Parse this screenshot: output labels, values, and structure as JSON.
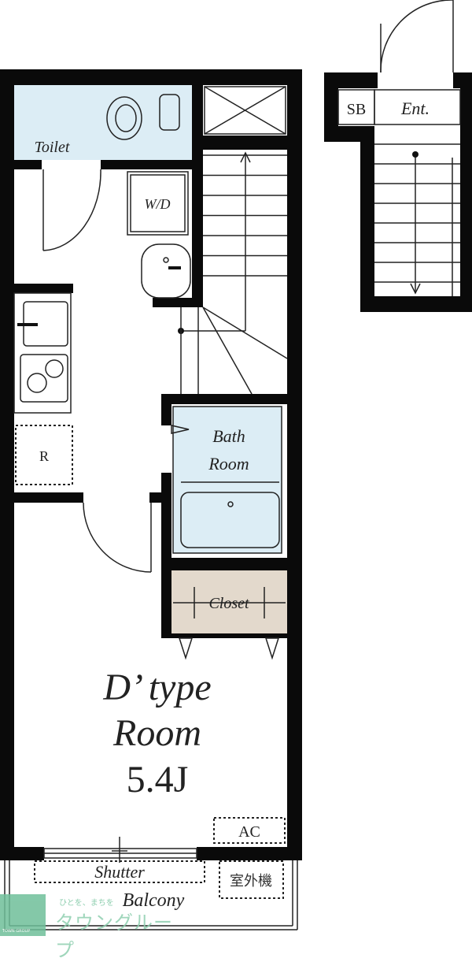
{
  "plan": {
    "type_label": "D’ type",
    "room_label": "Room",
    "room_size": "5.4J",
    "rooms": {
      "toilet": "Toilet",
      "washer": "W/D",
      "fridge": "R",
      "bath_line1": "Bath",
      "bath_line2": "Room",
      "closet": "Closet",
      "ac": "AC",
      "shutter": "Shutter",
      "outdoor_unit": "室外機",
      "balcony": "Balcony",
      "shoe_box": "SB",
      "entrance": "Ent."
    },
    "colors": {
      "wet_area": "#dcedf5",
      "closet": "#e3d9cc",
      "logo": "#6fbf9a"
    }
  },
  "logo": {
    "tagline": "ひとを、まちを",
    "name": "タウングループ",
    "name_en": "TOWN GROUP"
  }
}
